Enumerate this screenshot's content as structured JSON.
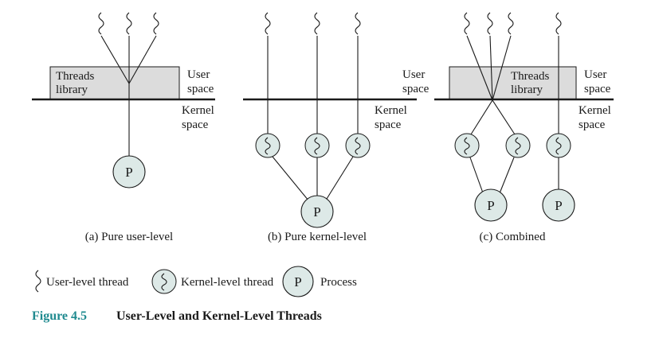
{
  "labels": {
    "threads_library_line1": "Threads",
    "threads_library_line2": "library",
    "user_space_line1": "User",
    "user_space_line2": "space",
    "kernel_space_line1": "Kernel",
    "kernel_space_line2": "space",
    "process_letter": "P"
  },
  "captions": {
    "a": "(a) Pure user-level",
    "b": "(b) Pure kernel-level",
    "c": "(c) Combined"
  },
  "legend": {
    "user_thread": "User-level thread",
    "kernel_thread": "Kernel-level thread",
    "process": "Process"
  },
  "figure": {
    "number": "Figure 4.5",
    "title": "User-Level and Kernel-Level Threads"
  },
  "colors": {
    "accent": "#1f8a8f",
    "library_fill": "#dcdcdc",
    "circle_fill": "#dde9e7"
  },
  "icons": [
    "squiggle-icon",
    "kernel-thread-icon",
    "process-icon"
  ]
}
